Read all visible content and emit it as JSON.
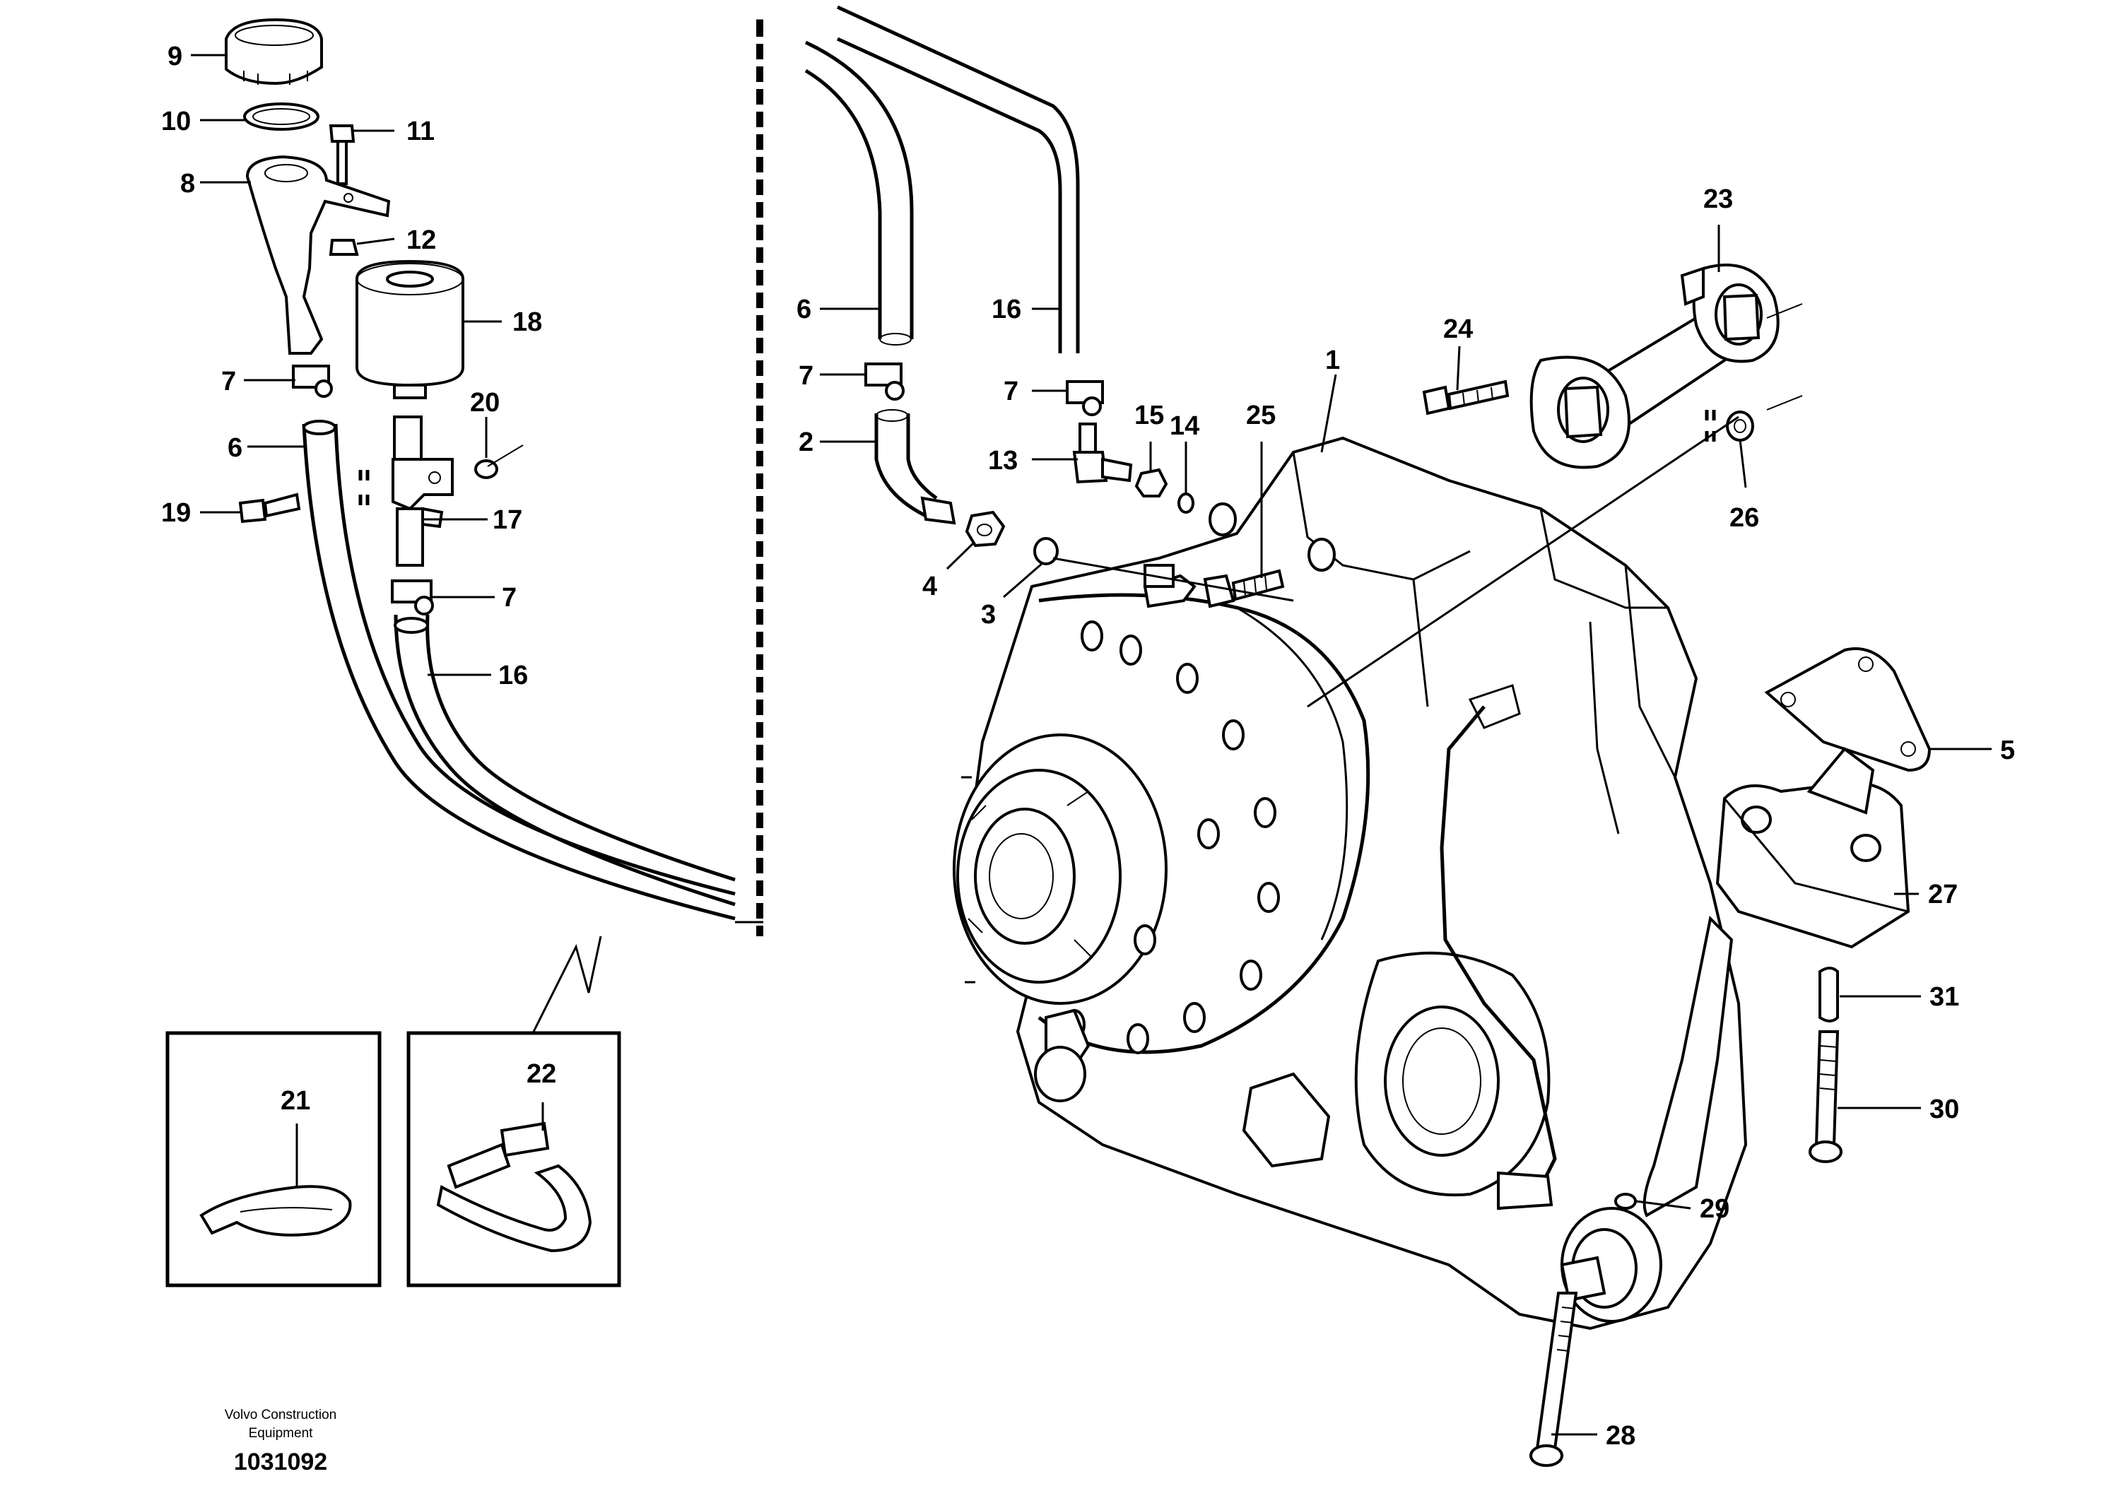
{
  "callouts": [
    {
      "id": "c9",
      "text": "9"
    },
    {
      "id": "c10",
      "text": "10"
    },
    {
      "id": "c11",
      "text": "11"
    },
    {
      "id": "c8",
      "text": "8"
    },
    {
      "id": "c12",
      "text": "12"
    },
    {
      "id": "c18",
      "text": "18"
    },
    {
      "id": "c7a",
      "text": "7"
    },
    {
      "id": "c6a",
      "text": "6"
    },
    {
      "id": "c20",
      "text": "20"
    },
    {
      "id": "c19",
      "text": "19"
    },
    {
      "id": "c17",
      "text": "17"
    },
    {
      "id": "c7b",
      "text": "7"
    },
    {
      "id": "c16a",
      "text": "16"
    },
    {
      "id": "c6b",
      "text": "6"
    },
    {
      "id": "c16b",
      "text": "16"
    },
    {
      "id": "c7c",
      "text": "7"
    },
    {
      "id": "c7d",
      "text": "7"
    },
    {
      "id": "c2",
      "text": "2"
    },
    {
      "id": "c13",
      "text": "13"
    },
    {
      "id": "c15",
      "text": "15"
    },
    {
      "id": "c14",
      "text": "14"
    },
    {
      "id": "c25",
      "text": "25"
    },
    {
      "id": "c1",
      "text": "1"
    },
    {
      "id": "c24",
      "text": "24"
    },
    {
      "id": "c23",
      "text": "23"
    },
    {
      "id": "c26",
      "text": "26"
    },
    {
      "id": "c4",
      "text": "4"
    },
    {
      "id": "c3",
      "text": "3"
    },
    {
      "id": "c5",
      "text": "5"
    },
    {
      "id": "c27",
      "text": "27"
    },
    {
      "id": "c31",
      "text": "31"
    },
    {
      "id": "c30",
      "text": "30"
    },
    {
      "id": "c29",
      "text": "29"
    },
    {
      "id": "c28",
      "text": "28"
    },
    {
      "id": "c21",
      "text": "21"
    },
    {
      "id": "c22",
      "text": "22"
    }
  ],
  "footer": {
    "publisher_line1": "Volvo Construction",
    "publisher_line2": "Equipment",
    "figure_number": "1031092"
  }
}
